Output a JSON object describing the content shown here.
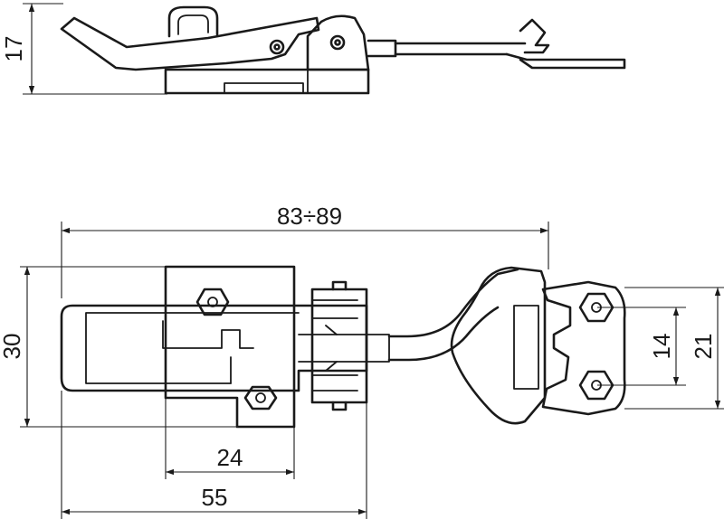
{
  "drawing": {
    "dimensions": {
      "side_height": "17",
      "overall_length": "83÷89",
      "base_width": "30",
      "hole_spacing": "14",
      "plate_width": "21",
      "plate_length": "24",
      "body_length": "55"
    }
  }
}
